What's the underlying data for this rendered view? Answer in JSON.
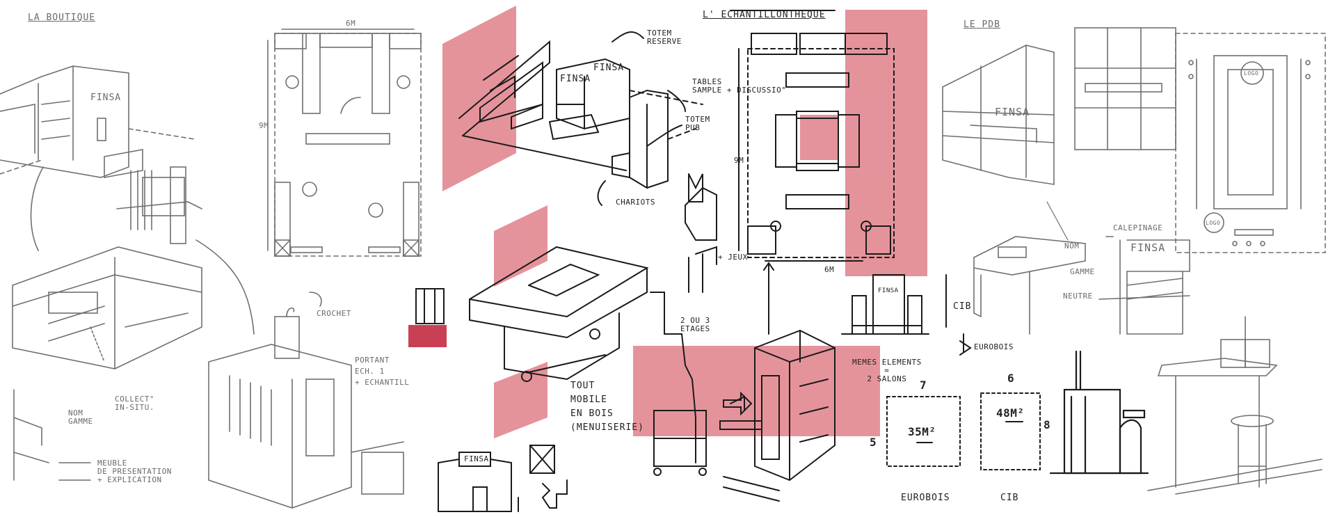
{
  "colors": {
    "accent": "#e0808a",
    "ink": "#1a1a1a",
    "pencil": "#6f6f6f"
  },
  "boutique": {
    "title": "LA BOUTIQUE",
    "dim_width": "6m",
    "dim_depth": "9m",
    "brand": "FINSA",
    "labels": {
      "crochet": "CROCHET",
      "portant": "PORTANT",
      "ech": "ECH. 1",
      "echantillon": "+ ECHANTILL",
      "nom_gamme": "NOM\nGAMME",
      "collect": "COLLECT°\nIN-SITU.",
      "meuble": "MEUBLE\nDE PRESENTATION\n+ EXPLICATION"
    }
  },
  "echantillotheque": {
    "title": "L' ECHANTILLONTHEQUE",
    "dim_depth": "9m",
    "dim_width": "6m",
    "labels": {
      "totem": "TOTEM\nRESERVE",
      "tables": "TABLES\nSAMPLE + DISCUSSIO°",
      "totem_pub": "TOTEM\nPUB",
      "chariots": "CHARIOTS",
      "jeux": "+ JEUX",
      "etages": "2 OU 3\nETAGES",
      "tout_mobile": "TOUT\nMOBILE\nEN BOIS\n(MENUISERIE)",
      "brand": "FINSA"
    }
  },
  "salons": {
    "cib": "CIB",
    "eurobois": "EUROBOIS",
    "memes": "MEMES ELEMENTS\n=\n2 SALONS",
    "area_1": "35m²",
    "area_2": "48m²",
    "dim_a_w": "7",
    "dim_a_h": "5",
    "dim_b_w": "6",
    "dim_b_h": "8",
    "caption_1": "EUROBOIS",
    "caption_2": "CIB",
    "brand": "FINSA"
  },
  "pdb": {
    "title": "LE PDB",
    "brand": "FINSA",
    "calepinage": "CALEPINAGE",
    "nom": "NOM",
    "gamme": "GAMME",
    "neutre": "NEUTRE",
    "logo_1": "LOGO",
    "logo_2": "LOGO"
  }
}
